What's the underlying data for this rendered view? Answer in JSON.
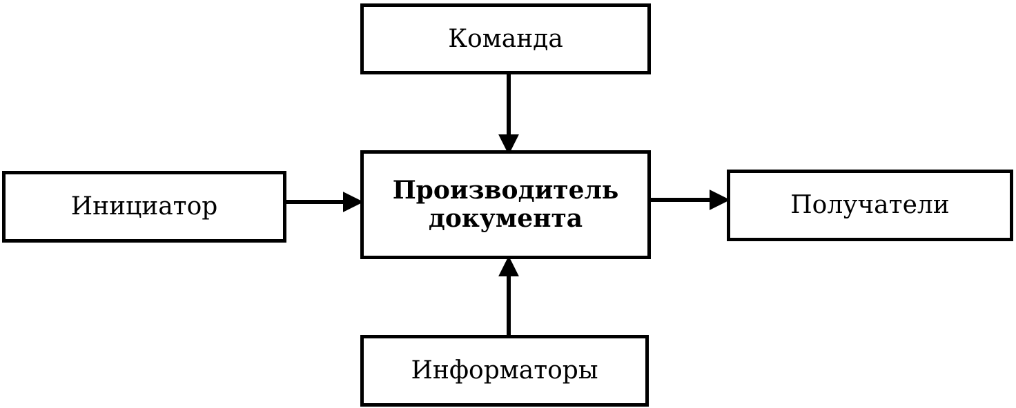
{
  "diagram": {
    "nodes": {
      "team": "Команда",
      "producer": "Производитель\nдокумента",
      "initiator": "Инициатор",
      "recipients": "Получатели",
      "informers": "Информаторы"
    },
    "edges": [
      {
        "from": "team",
        "to": "producer"
      },
      {
        "from": "initiator",
        "to": "producer"
      },
      {
        "from": "producer",
        "to": "recipients"
      },
      {
        "from": "informers",
        "to": "producer"
      }
    ],
    "colors": {
      "stroke": "#000000",
      "background": "#ffffff"
    }
  }
}
